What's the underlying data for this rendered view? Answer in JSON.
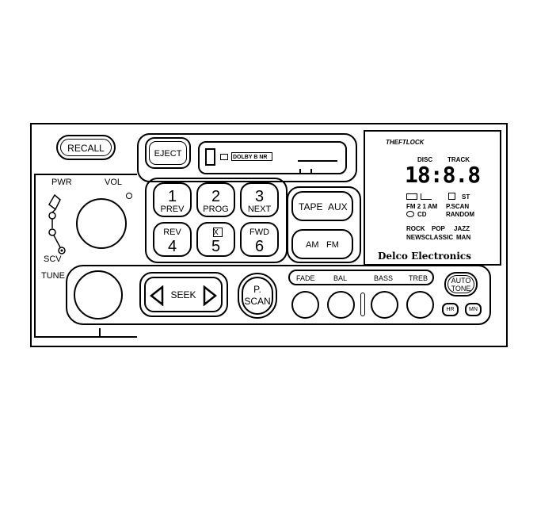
{
  "buttons": {
    "recall": "RECALL",
    "eject": "EJECT",
    "tape": "TAPE",
    "aux": "AUX",
    "am": "AM",
    "fm": "FM",
    "auto_tone_1": "AUTO",
    "auto_tone_2": "TONE",
    "hr": "HR",
    "mn": "MN",
    "pscan_1": "P.",
    "pscan_2": "SCAN",
    "seek": "SEEK"
  },
  "cassette": {
    "dolby": "DOLBY B NR"
  },
  "presets": [
    {
      "num": "1",
      "sub": "PREV",
      "top": ""
    },
    {
      "num": "2",
      "sub": "PROG",
      "top": ""
    },
    {
      "num": "3",
      "sub": "NEXT",
      "top": ""
    },
    {
      "num": "4",
      "sub": "",
      "top": "REV"
    },
    {
      "num": "5",
      "sub": "",
      "top": "X"
    },
    {
      "num": "6",
      "sub": "",
      "top": "FWD"
    }
  ],
  "labels": {
    "pwr": "PWR",
    "vol": "VOL",
    "scv": "SCV",
    "tune": "TUNE",
    "fade": "FADE",
    "bal": "BAL",
    "bass": "BASS",
    "treb": "TREB"
  },
  "display": {
    "theftlock": "THEFTLOCK",
    "disc": "DISC",
    "track": "TRACK",
    "digits": "18:8.8",
    "st": "ST",
    "fm21am": "FM 2 1 AM",
    "pscan": "P.SCAN",
    "cd": "CD",
    "random": "RANDOM",
    "rock": "ROCK",
    "pop": "POP",
    "jazz": "JAZZ",
    "news": "NEWS",
    "classic": "CLASSIC",
    "man": "MAN",
    "brand": "Delco Electronics"
  }
}
